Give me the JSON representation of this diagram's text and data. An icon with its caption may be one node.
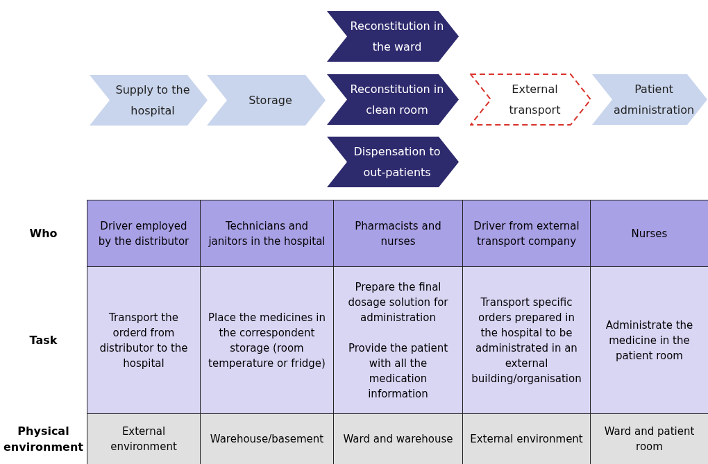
{
  "diagram": {
    "nodes": [
      {
        "text": [
          "Supply to the hospital"
        ]
      },
      {
        "text": [
          "Storage"
        ]
      },
      {
        "text": [
          "Reconstitution in the ward"
        ]
      },
      {
        "text": [
          "Reconstitution in clean room"
        ]
      },
      {
        "text": [
          "Dispensation to out-patients"
        ]
      },
      {
        "text": [
          "External transport"
        ]
      },
      {
        "text": [
          "Patient administration"
        ]
      }
    ],
    "edges": [],
    "labels": [
      "Who",
      "Driver employed by the distributor",
      "Technicians and janitors in the hospital",
      "Pharmacists and nurses",
      "Driver from external transport company",
      "Nurses",
      "Task",
      "Transport the orderd from distributor to the hospital",
      "Place the medicines in the correspondent storage (room temperature or fridge)",
      "Prepare the final dosage solution for administration",
      "Provide the patient with all the medication information",
      "Transport specific orders prepared in the hospital to be administrated in an external building/organisation",
      "Administrate the medicine in the patient room",
      "Physical environment",
      "External environment",
      "Warehouse/basement",
      "Ward and warehouse",
      "External environment",
      "Ward and patient room"
    ]
  }
}
